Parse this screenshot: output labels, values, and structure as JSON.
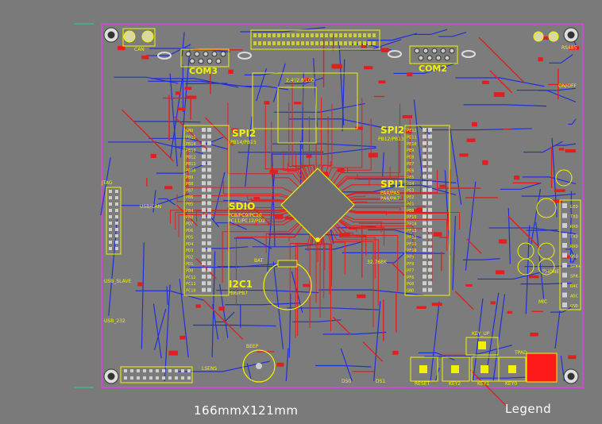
{
  "captions": {
    "board_size": "166mmX121mm",
    "legend": "Legend"
  },
  "labels": {
    "com3": "COM3",
    "com2": "COM2",
    "spi2_left": "SPI2",
    "spi2_left_sub": "PB14/PB15",
    "spi2_right": "SPI2",
    "spi2_right_sub": "PB12/PB13",
    "sdio": "SDIO",
    "sdio_sub1": "PC8/PC9/PC10",
    "sdio_sub2": "PC11/PC12/PD2",
    "spi1": "SPI1",
    "spi1_sub1": "PA4/PA5",
    "spi1_sub2": "PA6/PA7",
    "i2c1": "I2C1",
    "i2c1_sub": "PB6/PB7",
    "lcd": "2.4'/2.8'LCD",
    "can": "CAN",
    "jtag": "JTAG",
    "usb_slave": "USB_SLAVE",
    "usb_232": "USB_232",
    "rs485": "RS485",
    "on_off": "ON/OFF",
    "phone": "PHONE",
    "mic": "MIC",
    "bat": "BAT",
    "beep": "BEEP",
    "lsens": "LSENS",
    "reset": "RESET",
    "key2": "KEY2",
    "key1": "KEY1",
    "key0": "KEY0",
    "key_up": "KEY_UP",
    "tpad": "TPAD",
    "crystal": "32.768K",
    "usb_can": "USB/CAN",
    "ds1": "DS1",
    "ds0": "DS0"
  },
  "header_left_pins": [
    "GND",
    "PB15",
    "PB14",
    "PB13",
    "PB12",
    "PB11",
    "PB10",
    "PB9",
    "PB8",
    "PB7",
    "PB6",
    "PB5",
    "PB4",
    "PB3",
    "PD7",
    "PD6",
    "PD5",
    "PD4",
    "PD3",
    "PD2",
    "PD1",
    "PD0",
    "PC12",
    "PC11",
    "PC10"
  ],
  "header_right_pins": [
    "PE12",
    "PE11",
    "PE10",
    "PE9",
    "PE8",
    "PE7",
    "PE6",
    "PE5",
    "PE4",
    "PE3",
    "PE2",
    "PE1",
    "PE0",
    "PF15",
    "PF14",
    "PF13",
    "PF12",
    "PF11",
    "PF10",
    "PF9",
    "PF8",
    "PF7",
    "PF6",
    "PG0",
    "GND"
  ],
  "right_column_labels": [
    "LED",
    "TXD",
    "RXD",
    "TXD",
    "RXD",
    "GND",
    "SPK+",
    "SPK-",
    "DAC",
    "ADC",
    "GND"
  ],
  "colors": {
    "board_bg": "#7a7a7a",
    "outline": "#e040e0",
    "top_copper": "#e02020",
    "bottom_copper": "#2030d8",
    "silkscreen": "#f2f200",
    "pad": "#c8c8c8"
  }
}
